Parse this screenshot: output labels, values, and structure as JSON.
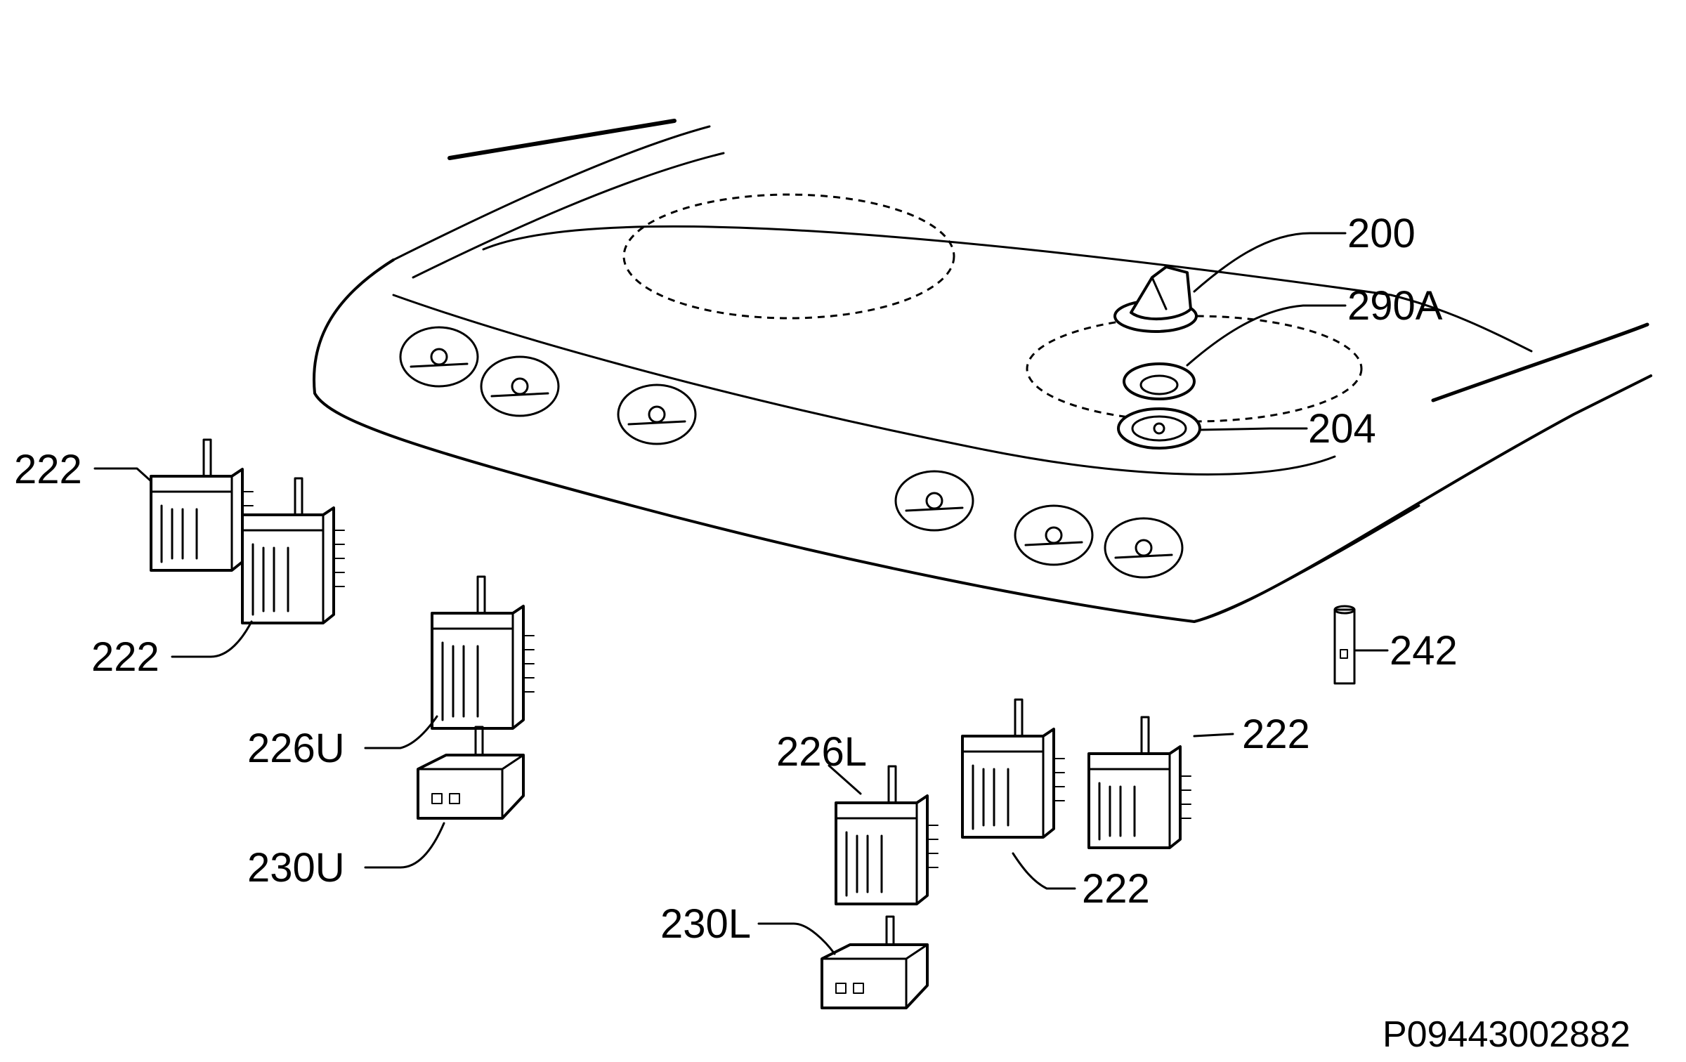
{
  "callouts": {
    "knob": "200",
    "ring": "290A",
    "seal": "204",
    "pin": "242",
    "switch_top_left_a": "222",
    "switch_top_left_b": "222",
    "switch_right_a": "222",
    "switch_right_b": "222",
    "upper_regulator": "226U",
    "upper_thermostat": "230U",
    "lower_regulator": "226L",
    "lower_thermostat": "230L"
  },
  "reference_code": "P09443002882",
  "colors": {
    "ink": "#000000",
    "background": "#ffffff"
  }
}
